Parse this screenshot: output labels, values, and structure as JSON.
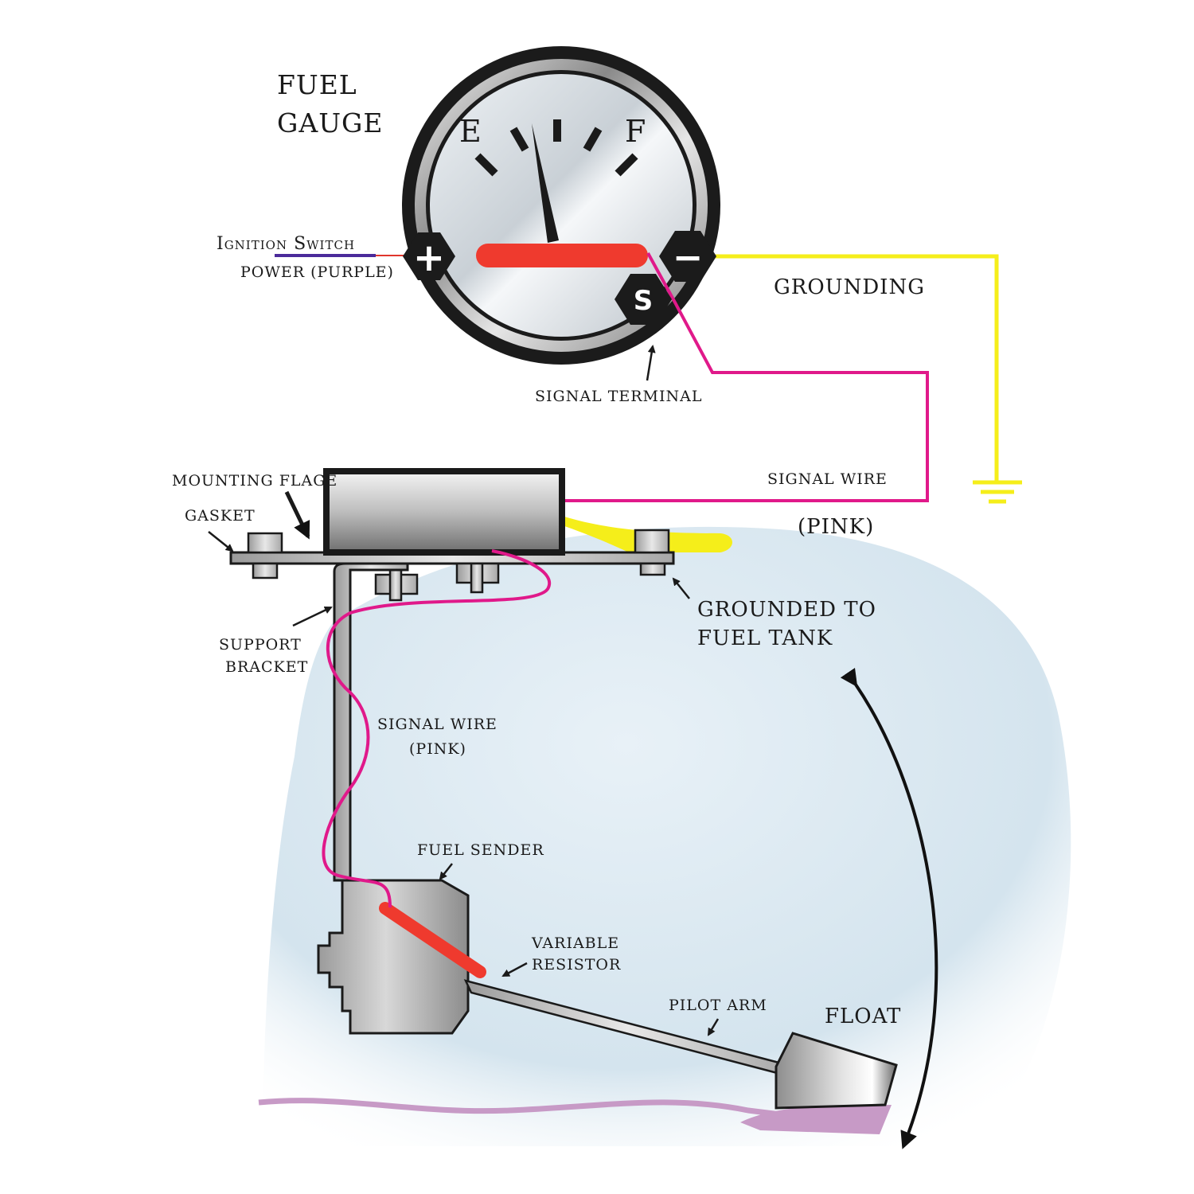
{
  "title": "FUEL GAUGE",
  "title_lines": [
    "FUEL",
    "GAUGE"
  ],
  "gauge": {
    "empty_mark": "E",
    "full_mark": "F",
    "terminals": {
      "positive": "+",
      "negative": "−",
      "signal": "S"
    }
  },
  "labels": {
    "ignition_switch": "Ignition Switch",
    "power_purple": "POWER (PURPLE)",
    "grounding": "GROUNDING",
    "signal_terminal": "SIGNAL TERMINAL",
    "signal_wire_top": "SIGNAL WIRE",
    "pink_top": "(PINK)",
    "mounting_flange": "MOUNTING FLAGE",
    "gasket": "GASKET",
    "grounded_to_tank": [
      "GROUNDED TO",
      "FUEL TANK"
    ],
    "support_bracket": [
      "SUPPORT",
      "BRACKET"
    ],
    "signal_wire_inner": [
      "SIGNAL WIRE",
      "(PINK)"
    ],
    "fuel_sender": "FUEL SENDER",
    "variable_resistor": [
      "VARIABLE",
      "RESISTOR"
    ],
    "pilot_arm": "PILOT ARM",
    "float": "FLOAT"
  },
  "colors": {
    "power_wire": "#4b2a9a",
    "ignition_lead": "#e0362c",
    "signal_wire": "#e0198a",
    "ground_wire": "#f5ee1a",
    "resistor": "#ef3a2e",
    "tank_fluid": "#c79ac6",
    "tank_background": "#d9e8f1",
    "outline": "#1a1a1a"
  }
}
